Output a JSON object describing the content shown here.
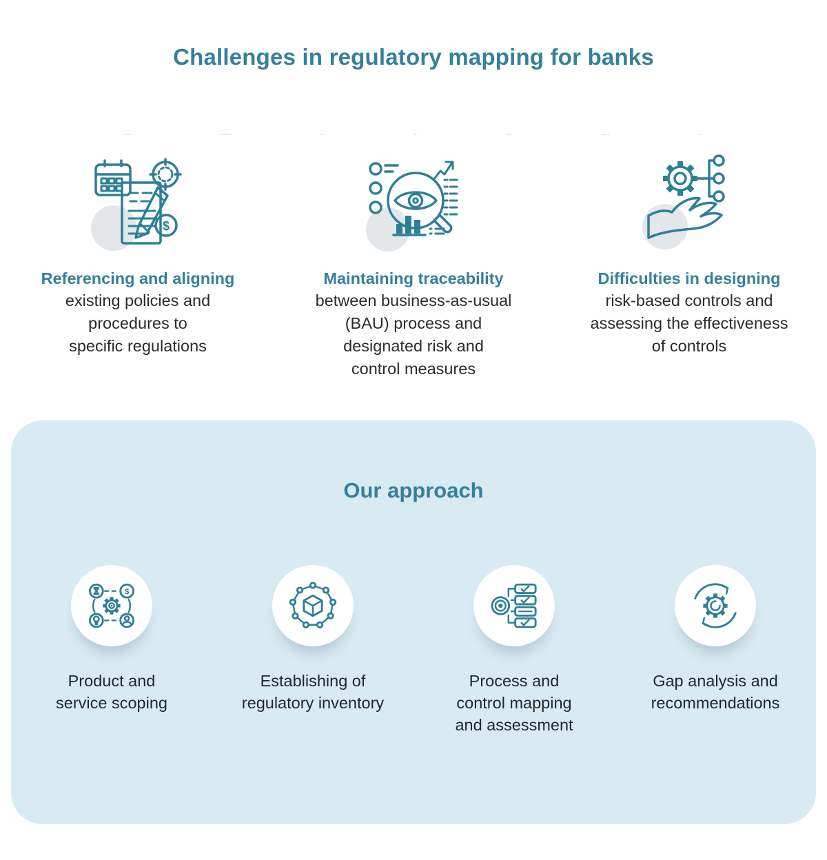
{
  "colors": {
    "accent": "#35809b",
    "icon_stroke": "#2d7f96",
    "panel_background": "#d9ebf2",
    "gray_circle": "#e3e7ea",
    "body_text": "#2b2b2b"
  },
  "header": {
    "title": "Challenges in regulatory mapping for banks"
  },
  "challenges": [
    {
      "icon": "document-pencil-calendar-target-icon",
      "heading": "Referencing and aligning",
      "body": "existing policies and\nprocedures to\nspecific regulations"
    },
    {
      "icon": "magnifier-eye-analytics-icon",
      "heading": "Maintaining traceability",
      "body": "between business-as-usual\n(BAU) process and\ndesignated risk and\ncontrol measures"
    },
    {
      "icon": "hand-gear-network-icon",
      "heading": "Difficulties in designing",
      "body": "risk-based controls and\nassessing the effectiveness\nof controls"
    }
  ],
  "approach": {
    "title": "Our approach",
    "steps": [
      {
        "icon": "gear-ecosystem-icon",
        "label": "Product and\nservice scoping"
      },
      {
        "icon": "cube-network-icon",
        "label": "Establishing of\nregulatory inventory"
      },
      {
        "icon": "target-checklist-icon",
        "label": "Process and\ncontrol mapping\nand assessment"
      },
      {
        "icon": "gear-cycle-icon",
        "label": "Gap analysis and\nrecommendations"
      }
    ]
  },
  "icon_glyphs": {
    "dollar_sign": "$"
  }
}
